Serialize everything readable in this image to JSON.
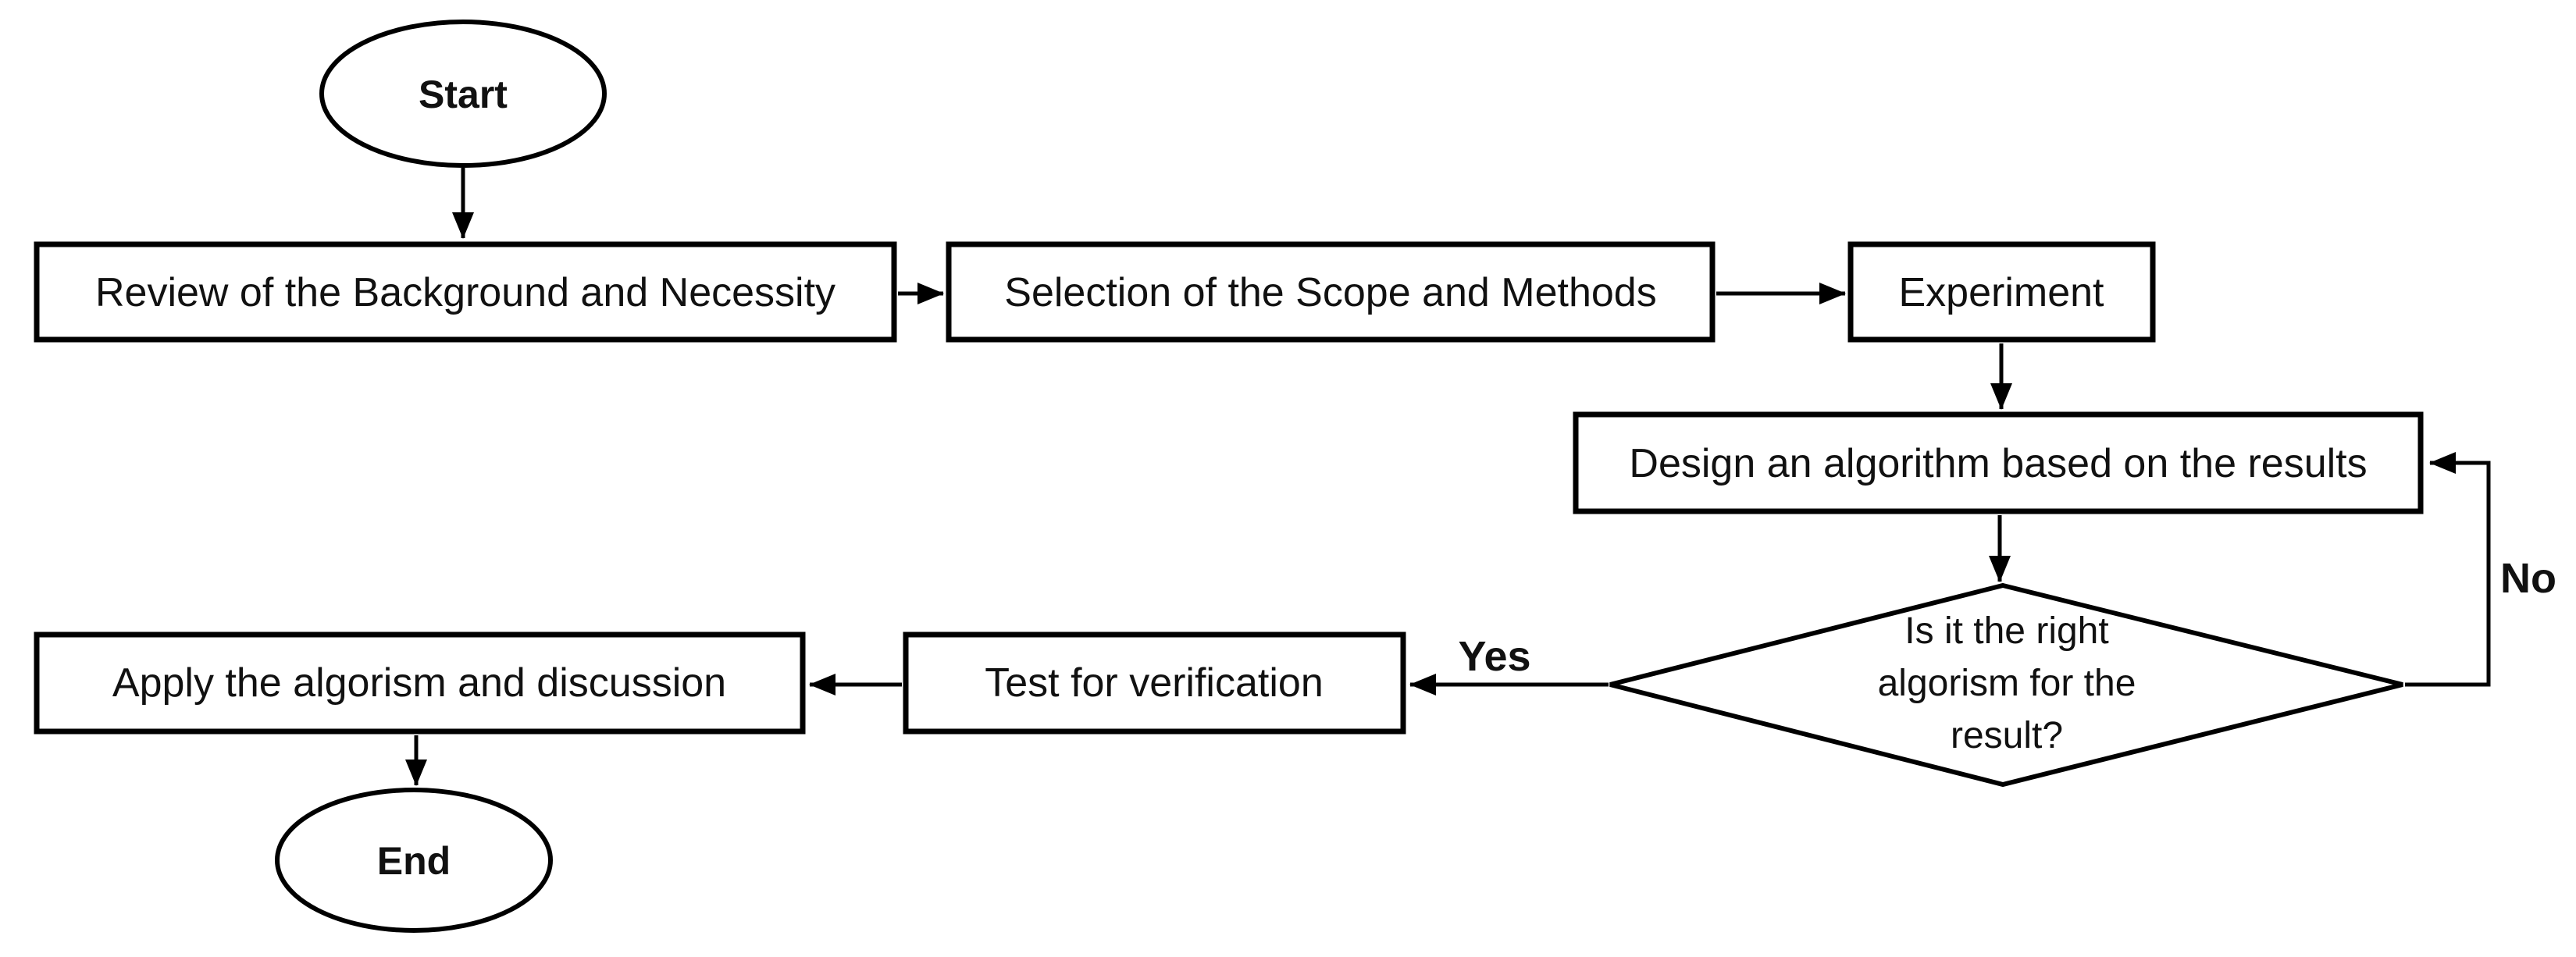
{
  "flowchart": {
    "background": "#ffffff",
    "stroke_color": "#000000",
    "text_color": "#111111",
    "nodes": {
      "start": {
        "type": "terminator",
        "label": "Start"
      },
      "review": {
        "type": "process",
        "label": "Review of the Background and Necessity"
      },
      "selection": {
        "type": "process",
        "label": "Selection of the Scope and Methods"
      },
      "experiment": {
        "type": "process",
        "label": "Experiment"
      },
      "design": {
        "type": "process",
        "label": "Design an algorithm based on the results"
      },
      "decision": {
        "type": "decision",
        "label": "Is it the right algorism for the result?",
        "lines": [
          "Is it the right",
          "algorism for the",
          "result?"
        ]
      },
      "test": {
        "type": "process",
        "label": "Test for verification"
      },
      "apply": {
        "type": "process",
        "label": "Apply the algorism and discussion"
      },
      "end": {
        "type": "terminator",
        "label": "End"
      }
    },
    "edge_labels": {
      "yes": "Yes",
      "no": "No"
    },
    "edges": [
      {
        "from": "start",
        "to": "review",
        "label": ""
      },
      {
        "from": "review",
        "to": "selection",
        "label": ""
      },
      {
        "from": "selection",
        "to": "experiment",
        "label": ""
      },
      {
        "from": "experiment",
        "to": "design",
        "label": ""
      },
      {
        "from": "design",
        "to": "decision",
        "label": ""
      },
      {
        "from": "decision",
        "to": "test",
        "label": "Yes"
      },
      {
        "from": "decision",
        "to": "design",
        "label": "No"
      },
      {
        "from": "test",
        "to": "apply",
        "label": ""
      },
      {
        "from": "apply",
        "to": "end",
        "label": ""
      }
    ]
  }
}
